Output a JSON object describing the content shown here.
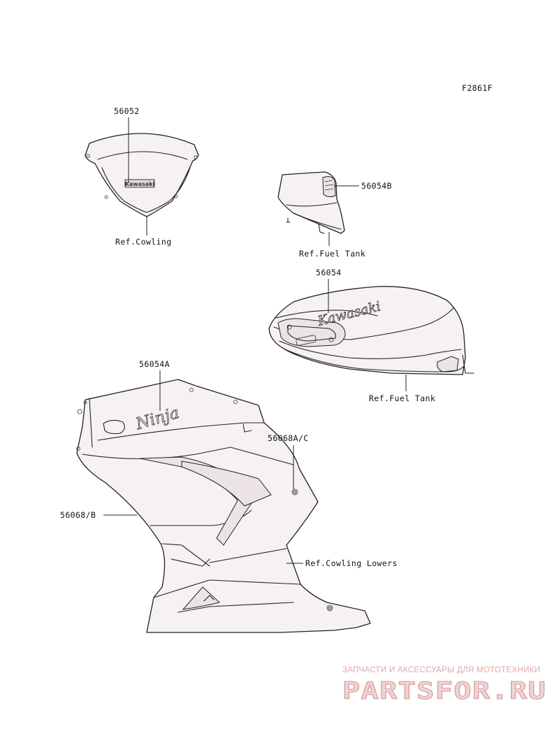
{
  "figure_code": "F2861F",
  "parts": [
    {
      "id": "windshield",
      "number": "56052",
      "reference": "Ref.Cowling",
      "decal_text": "Kawasaki"
    },
    {
      "id": "tank-small",
      "number": "56054B",
      "reference": "Ref.Fuel Tank"
    },
    {
      "id": "tank-large",
      "number": "56054",
      "reference": "Ref.Fuel Tank",
      "decal_text": "Kawasaki"
    },
    {
      "id": "fairing-ninja",
      "number": "56054A",
      "decal_text": "Ninja"
    },
    {
      "id": "fairing-lower",
      "number": "56068A/C"
    },
    {
      "id": "fairing-side",
      "number": "56068/B",
      "reference": "Ref.Cowling Lowers"
    }
  ],
  "watermark": {
    "tagline": "ЗАПЧАСТИ И АКСЕССУАРЫ ДЛЯ МОТОТЕХНИКИ",
    "brand": "PARTSFOR.RU"
  }
}
